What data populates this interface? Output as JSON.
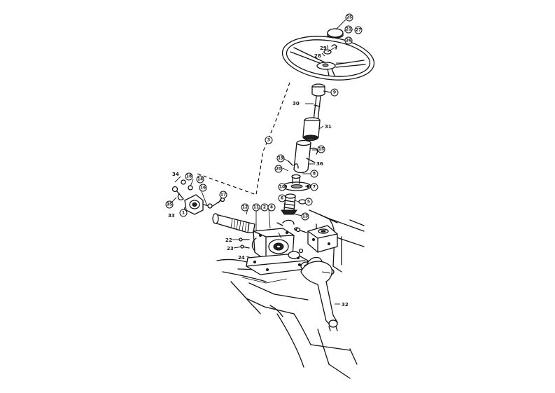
{
  "diagram": {
    "labels": {
      "l34": "34",
      "l33": "33",
      "l30": "30",
      "l31": "31",
      "l36": "36",
      "l29": "29",
      "l28": "28",
      "l22": "22",
      "l23": "23",
      "l24": "24",
      "l32": "32"
    },
    "callouts": {
      "c1": "1",
      "c2": "2",
      "c3": "3",
      "c4": "4",
      "c5": "5",
      "c6": "6",
      "c7": "7",
      "c8": "8",
      "c9": "9",
      "c10": "10",
      "c11": "11",
      "c12": "12",
      "c13": "13",
      "c14": "14",
      "c15": "15",
      "c16": "16",
      "c17": "17",
      "c18": "18",
      "c19": "19",
      "c20": "20",
      "c21": "21",
      "c25": "25",
      "c26": "26",
      "c27": "27",
      "c35": "35"
    }
  }
}
